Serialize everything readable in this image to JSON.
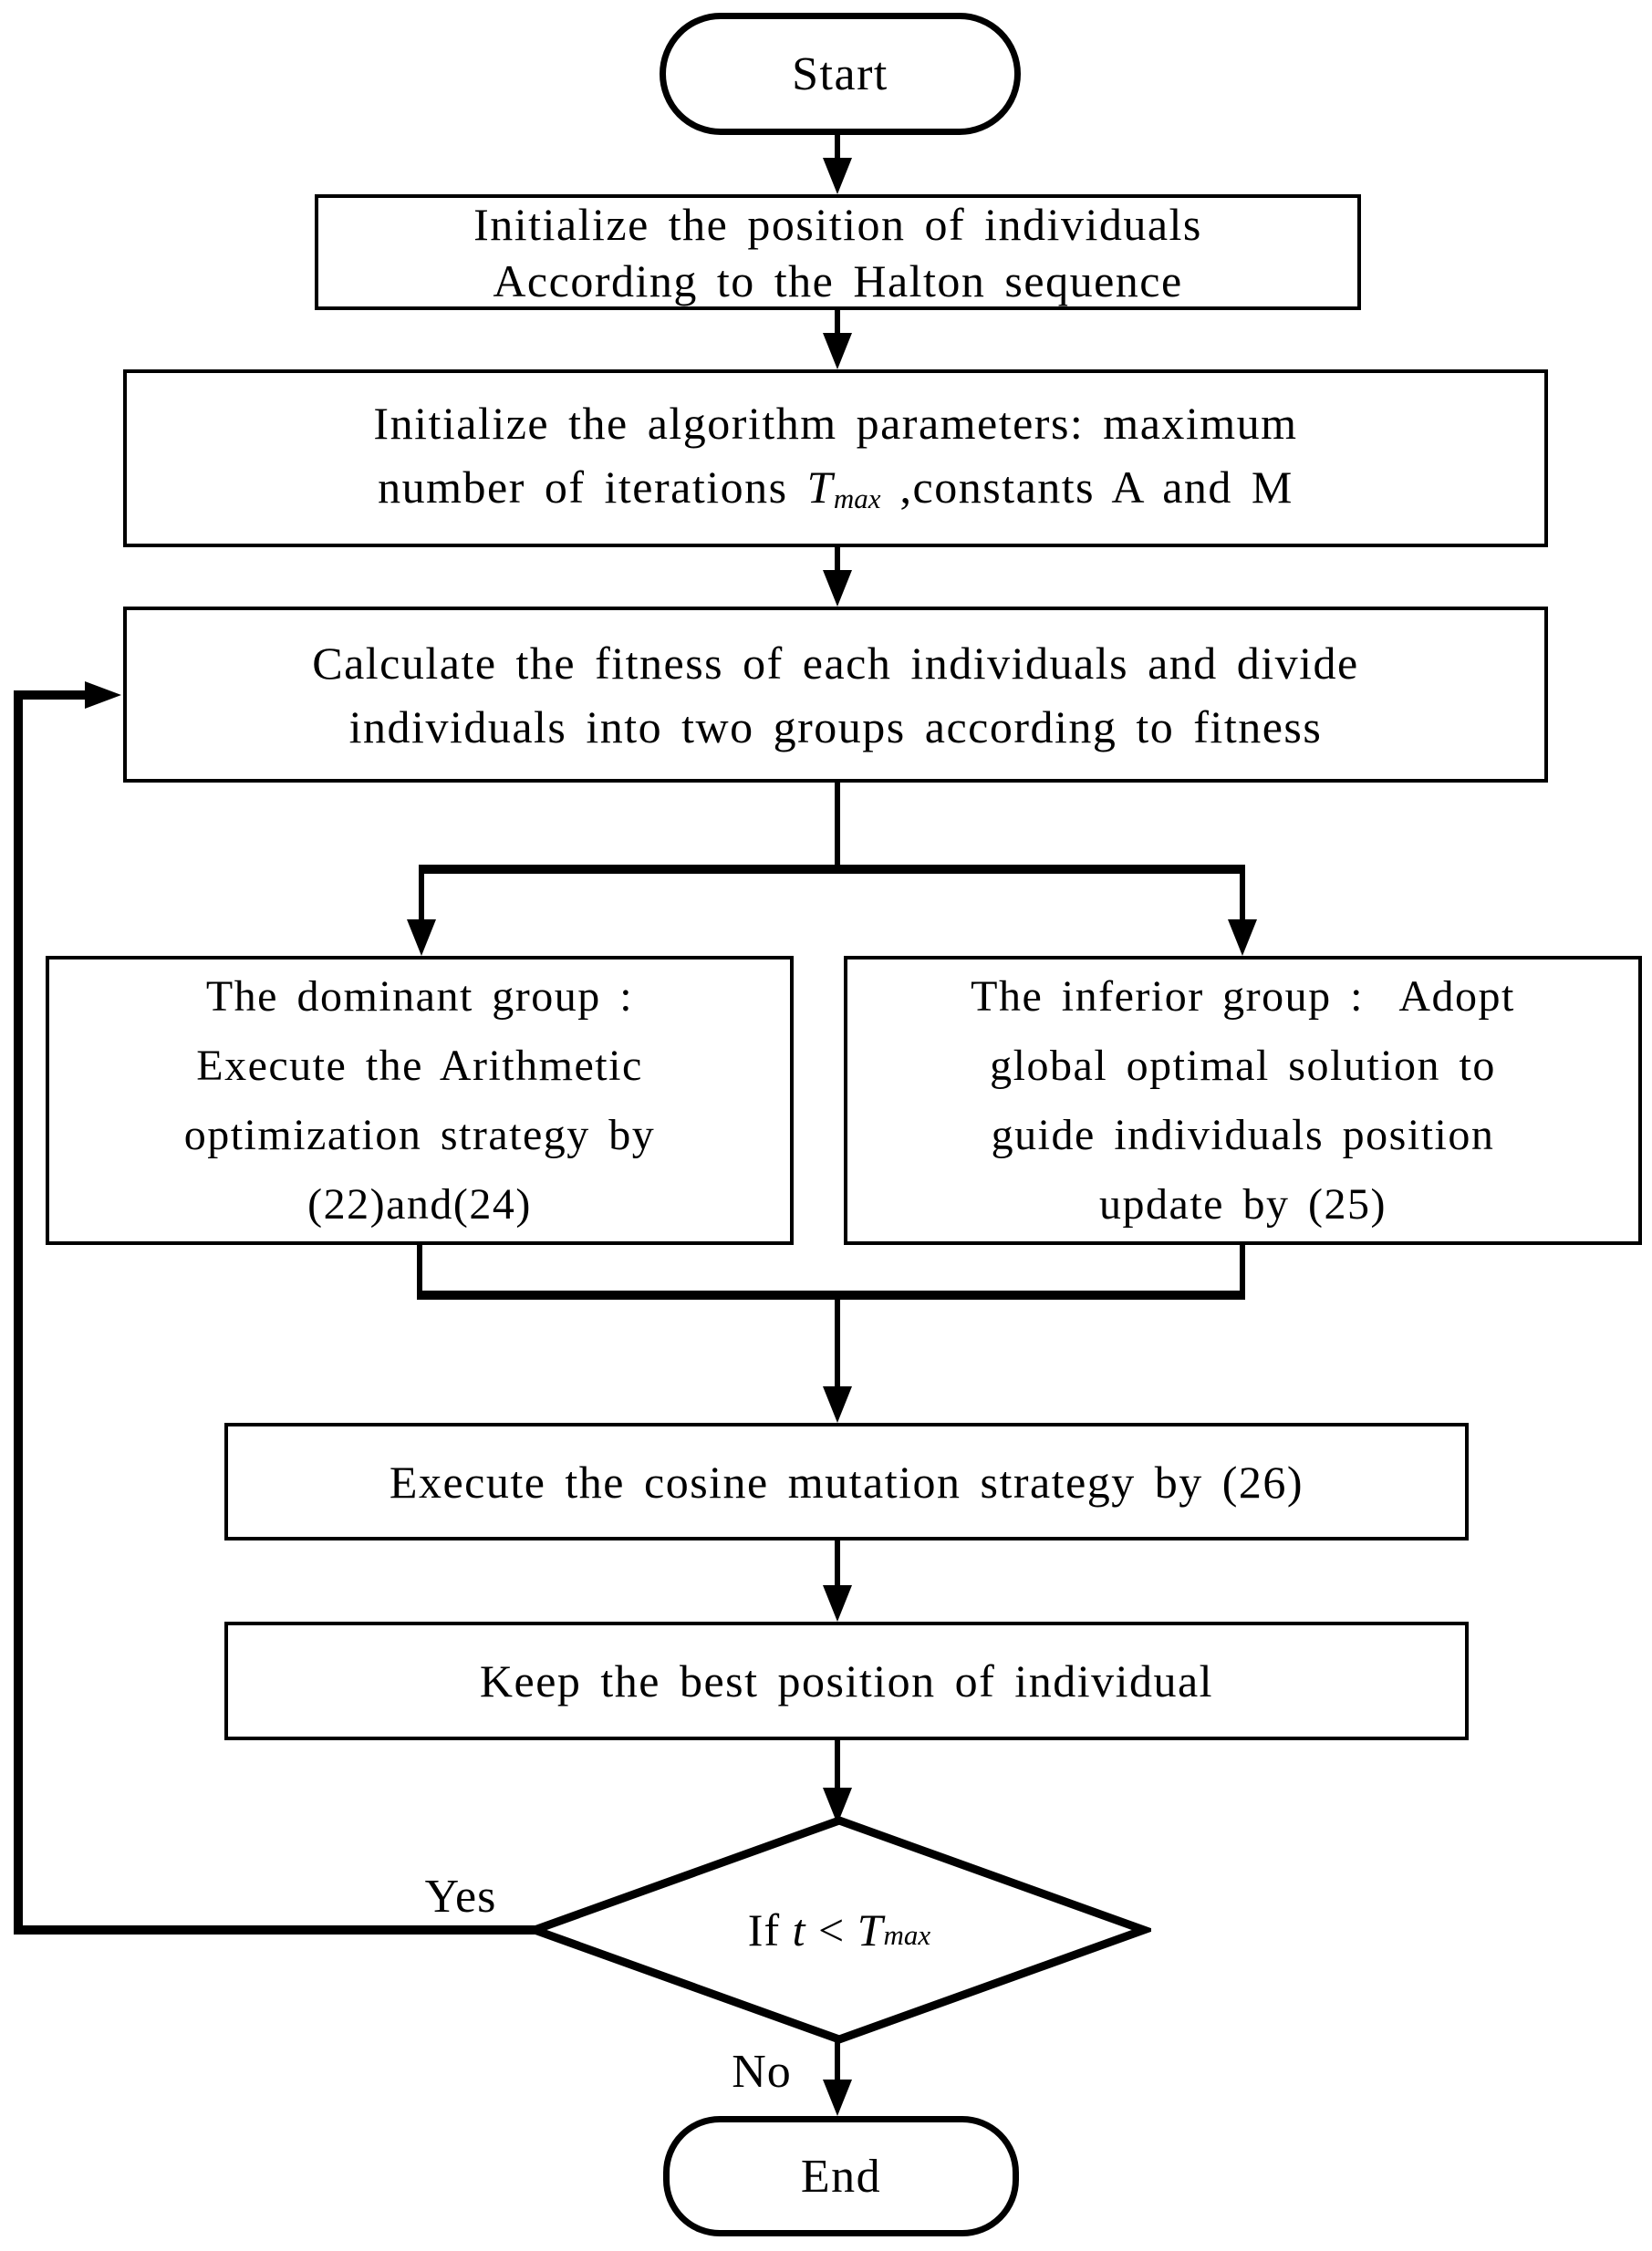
{
  "diagram": {
    "colors": {
      "ink": "#000000",
      "background": "#ffffff"
    },
    "nodes": {
      "start": "Start",
      "init_position": {
        "lines": [
          "Initialize the position of individuals",
          "According to the Halton sequence"
        ]
      },
      "init_params": {
        "line1": "Initialize the algorithm parameters: maximum",
        "line2": {
          "pre": "number of iterations ",
          "var": "T",
          "sub": "max",
          "post": " ,constants A and M"
        }
      },
      "calc_fitness": {
        "lines": [
          "Calculate the fitness of each individuals and divide",
          "individuals into two groups according to fitness"
        ]
      },
      "dominant_group": {
        "lines": [
          "The dominant group :",
          "Execute the Arithmetic",
          "optimization strategy by",
          "(22)and(24)"
        ]
      },
      "inferior_group": {
        "lines": [
          "The inferior group :  Adopt",
          "global optimal solution to",
          "guide individuals position",
          "update by (25)"
        ]
      },
      "cosine_mutation": "Execute the cosine mutation strategy by (26)",
      "keep_best": "Keep the best position of individual",
      "decision": {
        "pre": "If ",
        "var1": "t",
        "op": " < ",
        "var2": "T",
        "sub": "max"
      },
      "end": "End"
    },
    "edge_labels": {
      "yes": "Yes",
      "no": "No"
    }
  }
}
